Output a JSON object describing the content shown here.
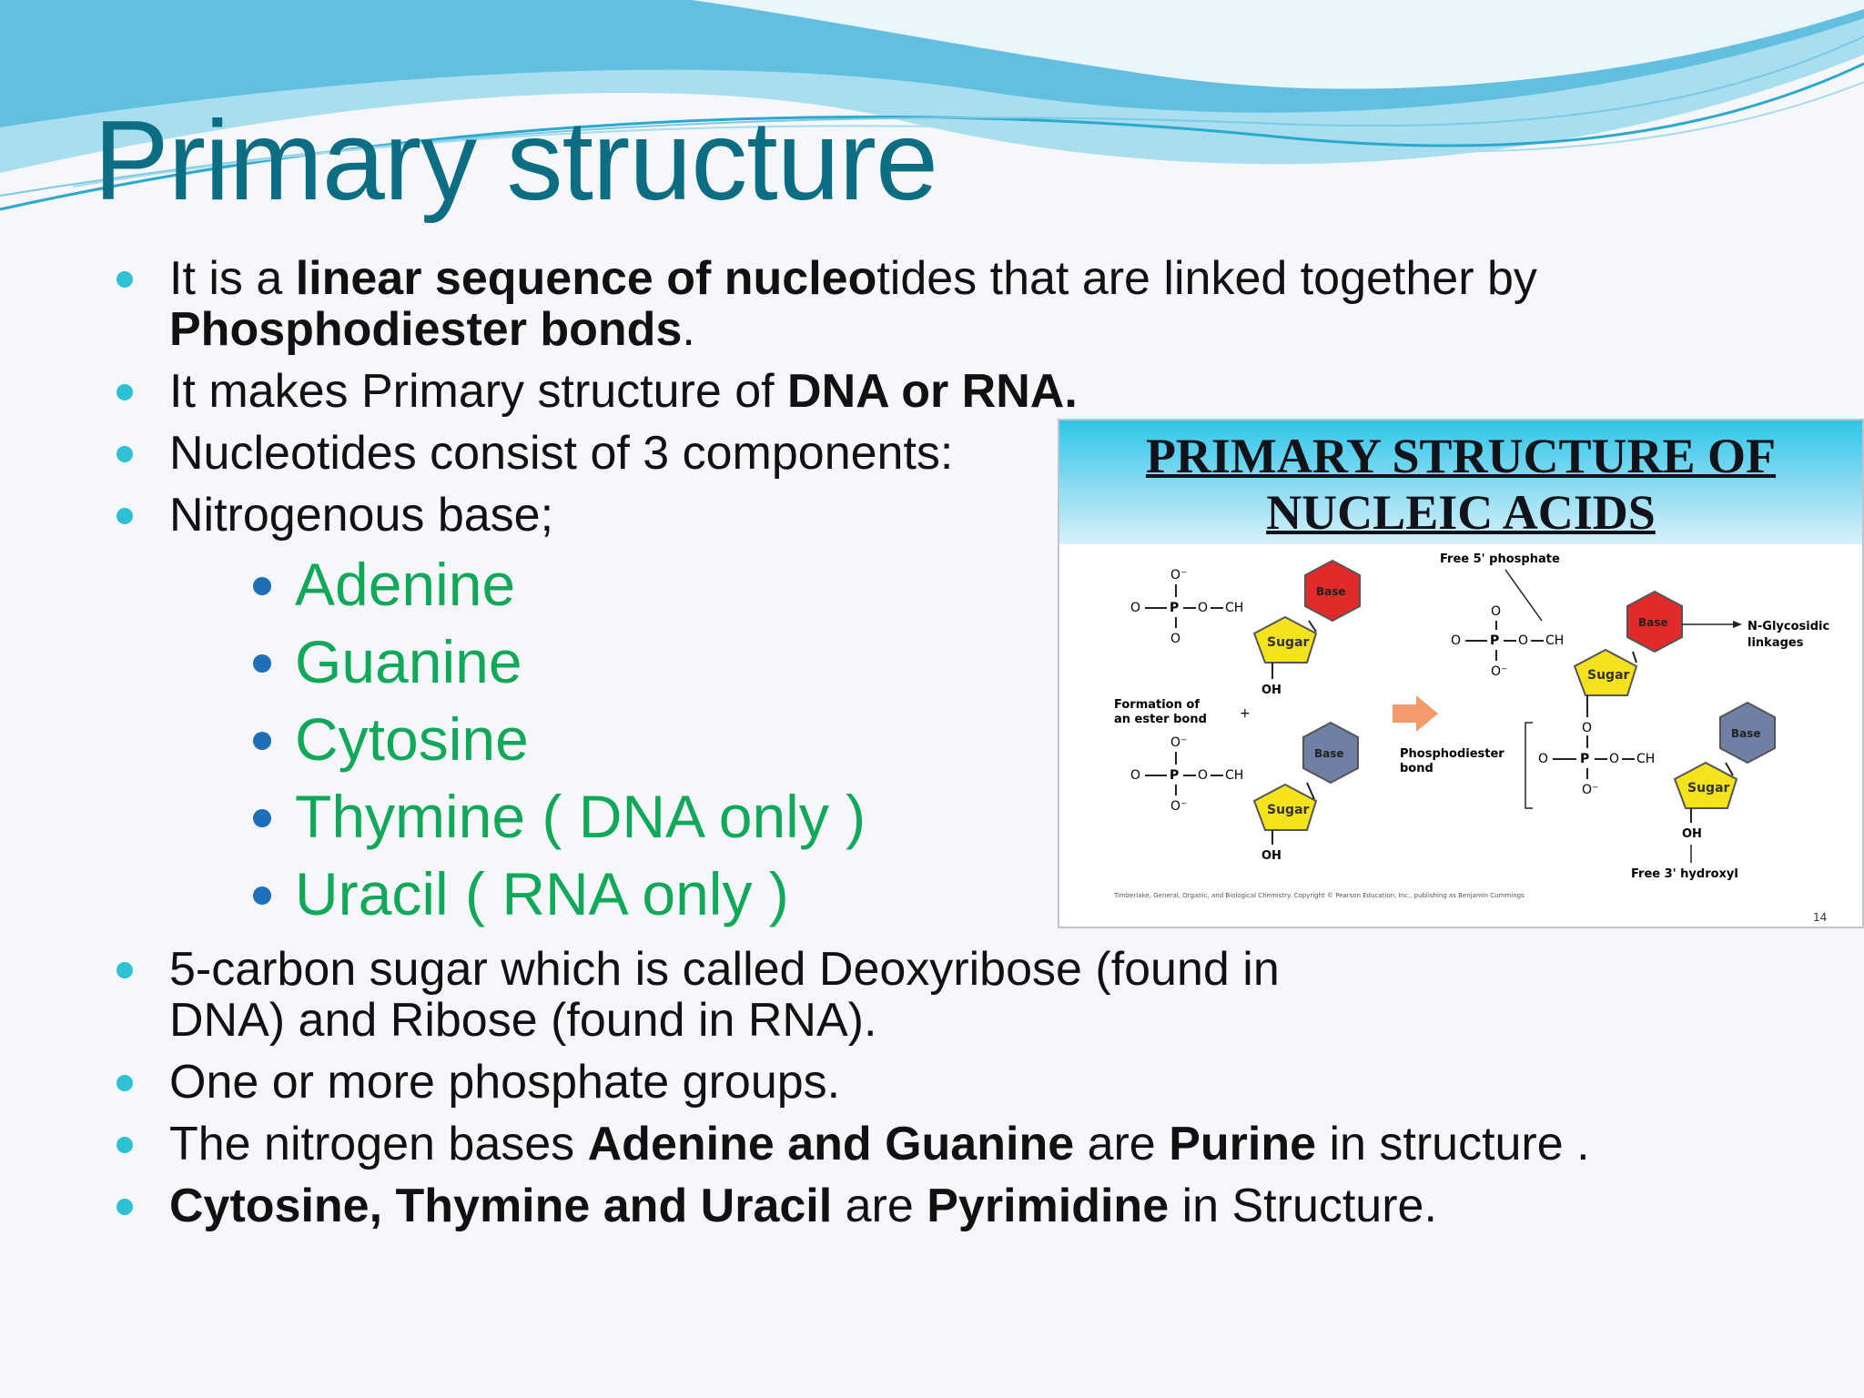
{
  "slide": {
    "title": "Primary structure",
    "bullets": [
      {
        "segments": [
          {
            "text": "It is a ",
            "bold": false
          },
          {
            "text": "linear sequence of nucleo",
            "bold": true
          },
          {
            "text": "tides that are linked together by ",
            "bold": false
          },
          {
            "text": "Phosphodiester bonds",
            "bold": true
          },
          {
            "text": ".",
            "bold": false
          }
        ]
      },
      {
        "segments": [
          {
            "text": "It makes Primary structure of ",
            "bold": false
          },
          {
            "text": "DNA or RNA.",
            "bold": true
          }
        ]
      },
      {
        "segments": [
          {
            "text": "Nucleotides consist of 3 components:",
            "bold": false
          }
        ]
      },
      {
        "segments": [
          {
            "text": "Nitrogenous base;",
            "bold": false
          }
        ]
      },
      {
        "segments": [
          {
            "text": "5-carbon sugar which is called Deoxyribose (found in DNA) and Ribose (found in RNA).",
            "bold": false
          }
        ]
      },
      {
        "segments": [
          {
            "text": "One or more phosphate groups.",
            "bold": false
          }
        ]
      },
      {
        "segments": [
          {
            "text": "The nitrogen bases ",
            "bold": false
          },
          {
            "text": "Adenine and Guanine",
            "bold": true
          },
          {
            "text": " are ",
            "bold": false
          },
          {
            "text": "Purine",
            "bold": true
          },
          {
            "text": " in structure .",
            "bold": false
          }
        ]
      },
      {
        "segments": [
          {
            "text": "Cytosine, Thymine and Uracil",
            "bold": true
          },
          {
            "text": " are ",
            "bold": false
          },
          {
            "text": "Pyrimidine",
            "bold": true
          },
          {
            "text": " in Structure.",
            "bold": false
          }
        ]
      }
    ],
    "bases": [
      "Adenine",
      "Guanine",
      "Cytosine",
      "Thymine ( DNA only )",
      "Uracil ( RNA only )"
    ]
  },
  "figure": {
    "title_line1": "PRIMARY STRUCTURE OF",
    "title_line2": "NUCLEIC ACIDS",
    "labels": {
      "free5": "Free 5' phosphate",
      "nglyco1": "N-Glycosidic",
      "nglyco2": "linkages",
      "formation1": "Formation of",
      "formation2": "an ester bond",
      "phospho1": "Phosphodiester",
      "phospho2": "bond",
      "free3": "Free 3' hydroxyl",
      "base": "Base",
      "sugar": "Sugar",
      "oh": "OH",
      "ch2": "CH",
      "o": "O",
      "p": "P",
      "ominus": "O⁻",
      "copyright": "Timberlake, General, Organic, and Biological Chemistry. Copyright © Pearson Education, Inc., publishing as Benjamin Cummings",
      "page": "14"
    }
  },
  "colors": {
    "title": "#0d6e83",
    "bullet": "#2ec0d4",
    "sub_text": "#12a85a",
    "sub_bullet": "#1f6fb8",
    "base_red": "#e22a2a",
    "base_blue": "#6f7fa6",
    "sugar_yellow": "#f4e21c"
  }
}
